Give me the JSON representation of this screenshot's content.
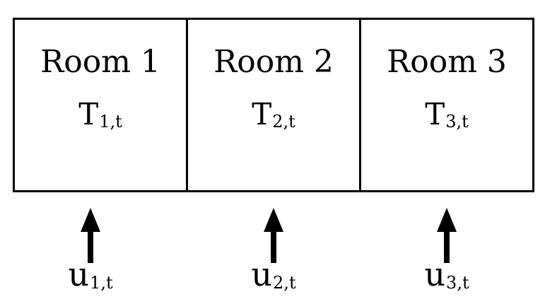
{
  "rooms": [
    {
      "name": "Room 1",
      "temp_symbol": "T",
      "temp_subscript": "1,t"
    },
    {
      "name": "Room 2",
      "temp_symbol": "T",
      "temp_subscript": "2,t"
    },
    {
      "name": "Room 3",
      "temp_symbol": "T",
      "temp_subscript": "3,t"
    }
  ],
  "inputs": [
    {
      "symbol": "u",
      "subscript": "1,t"
    },
    {
      "symbol": "u",
      "subscript": "2,t"
    },
    {
      "symbol": "u",
      "subscript": "3,t"
    }
  ],
  "colors": {
    "stroke": "#000000",
    "background": "#ffffff"
  }
}
